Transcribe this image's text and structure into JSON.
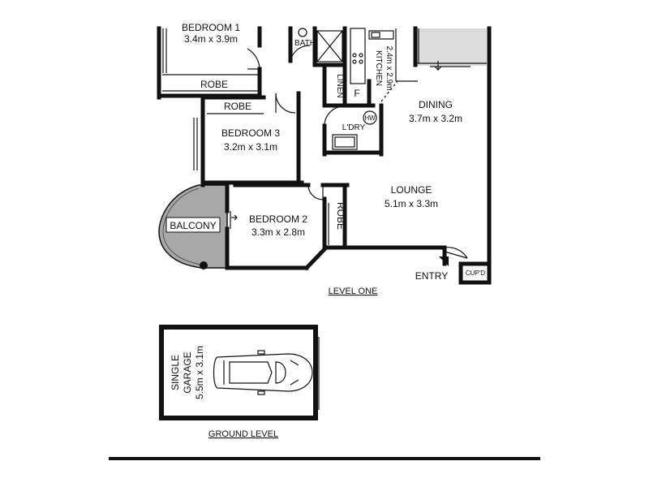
{
  "level_one": {
    "caption": "LEVEL ONE",
    "rooms": {
      "bedroom1": {
        "name": "BEDROOM 1",
        "size": "3.4m x 3.9m"
      },
      "bath": {
        "name": "BATH"
      },
      "kitchen": {
        "name": "KITCHEN",
        "size": "2.4m x 2.9m"
      },
      "linen": {
        "name": "LINEN"
      },
      "fridge": {
        "name": "F"
      },
      "dining": {
        "name": "DINING",
        "size": "3.7m x 3.2m"
      },
      "robe1": {
        "name": "ROBE"
      },
      "robe3": {
        "name": "ROBE"
      },
      "bedroom3": {
        "name": "BEDROOM 3",
        "size": "3.2m x 3.1m"
      },
      "laundry": {
        "name": "L'DRY"
      },
      "hot_water": {
        "name": "HW"
      },
      "lounge": {
        "name": "LOUNGE",
        "size": "5.1m x 3.3m"
      },
      "balcony": {
        "name": "BALCONY"
      },
      "bedroom2": {
        "name": "BEDROOM 2",
        "size": "3.3m x 2.8m"
      },
      "robe2": {
        "name": "ROBE"
      },
      "entry": {
        "name": "ENTRY"
      },
      "cupboard": {
        "name": "CUP'D"
      }
    }
  },
  "ground_level": {
    "caption": "GROUND LEVEL",
    "garage": {
      "line1": "SINGLE",
      "line2": "GARAGE",
      "size": "5.5m x 3.1m"
    }
  },
  "colors": {
    "wall": "#111111",
    "fill_grey": "#a8a8a8",
    "fill_light": "#dcdcdc",
    "background": "#ffffff"
  }
}
